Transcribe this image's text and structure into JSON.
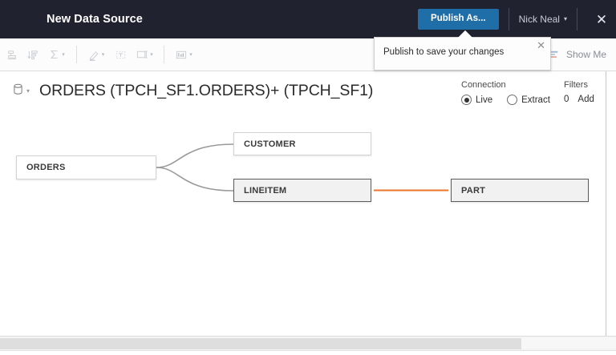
{
  "titlebar": {
    "app_title": "New Data Source",
    "publish_label": "Publish As...",
    "user_name": "Nick Neal",
    "caret": "▾",
    "close": "✕"
  },
  "toolbar": {
    "icons": [
      {
        "name": "sort-ascending-icon",
        "caret": false
      },
      {
        "name": "sort-descending-icon",
        "caret": false
      },
      {
        "name": "sigma-aggregate-icon",
        "caret": true
      },
      {
        "name": "highlighter-icon",
        "caret": true
      },
      {
        "name": "text-label-icon",
        "caret": false
      },
      {
        "name": "fit-icon",
        "caret": true
      },
      {
        "name": "presentation-icon",
        "caret": true
      }
    ],
    "show_me_label": "Show Me",
    "caret": "▾"
  },
  "popover": {
    "text": "Publish to save your changes",
    "close": "✕"
  },
  "data_source": {
    "db_caret": "▾",
    "title": "ORDERS (TPCH_SF1.ORDERS)+ (TPCH_SF1)"
  },
  "connection": {
    "label": "Connection",
    "options": [
      {
        "label": "Live",
        "selected": true
      },
      {
        "label": "Extract",
        "selected": false
      }
    ]
  },
  "filters": {
    "label": "Filters",
    "count": "0",
    "add_label": "Add"
  },
  "diagram": {
    "nodes": [
      {
        "id": "orders",
        "label": "ORDERS",
        "selected": false
      },
      {
        "id": "customer",
        "label": "CUSTOMER",
        "selected": false
      },
      {
        "id": "lineitem",
        "label": "LINEITEM",
        "selected": true
      },
      {
        "id": "part",
        "label": "PART",
        "selected": true
      }
    ],
    "links": [
      {
        "from": "orders",
        "to": "customer",
        "color": "#9a9a9a"
      },
      {
        "from": "orders",
        "to": "lineitem",
        "color": "#9a9a9a"
      },
      {
        "from": "lineitem",
        "to": "part",
        "color": "#e8762c"
      }
    ]
  },
  "colors": {
    "header_bg": "#20232f",
    "publish_blue": "#1f6ea8",
    "join_orange": "#e8762c",
    "selected_node_fill": "#f1f1f1"
  }
}
